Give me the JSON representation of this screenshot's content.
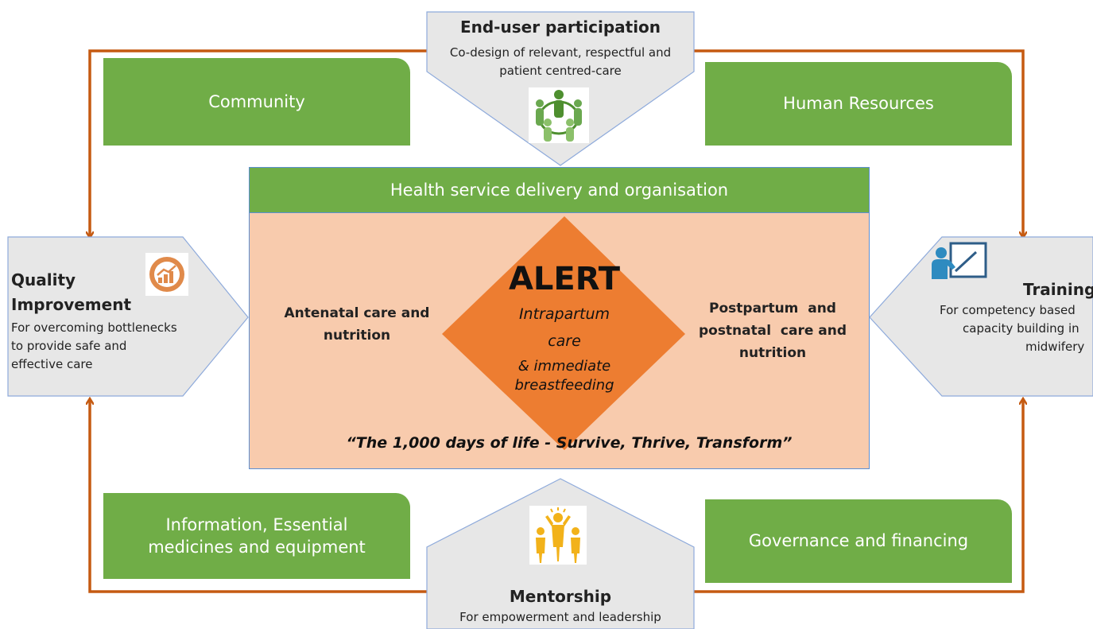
{
  "end_user": {
    "title": "End-user participation",
    "line1": "Co-design of relevant, respectful and",
    "line2": "patient centred-care"
  },
  "community": {
    "label": "Community"
  },
  "human_resources": {
    "label": "Human Resources"
  },
  "health_service": {
    "label": "Health service delivery and organisation"
  },
  "quality": {
    "title1": "Quality",
    "title2": "Improvement",
    "line1": "For overcoming bottlenecks",
    "line2": "to provide safe and",
    "line3": "effective care"
  },
  "training": {
    "title": "Training",
    "line1": "For competency based",
    "line2": "capacity building in",
    "line3": "midwifery"
  },
  "alert": {
    "title": "ALERT",
    "line1": "Intrapartum",
    "line2": "care",
    "line3": "& immediate",
    "line4": "breastfeeding"
  },
  "antenatal": {
    "line1": "Antenatal care and",
    "line2": "nutrition"
  },
  "postpartum": {
    "line1": "Postpartum  and",
    "line2": "postnatal  care and",
    "line3": "nutrition"
  },
  "slogan": {
    "text": "“The 1,000 days of life - Survive, Thrive, Transform”"
  },
  "information": {
    "line1": "Information, Essential",
    "line2": "medicines and equipment"
  },
  "governance": {
    "label": "Governance and financing"
  },
  "mentorship": {
    "title": "Mentorship",
    "line1": "For empowerment and leadership"
  },
  "icons": {
    "end_user": "people-circle-icon",
    "quality": "growth-chart-icon",
    "training": "teacher-board-icon",
    "mentorship": "team-leader-icon"
  },
  "colors": {
    "green": "#70ad47",
    "peach": "#f8cbad",
    "orange_diamond": "#ed7d31",
    "arrow": "#c55a11",
    "grey_shape": "#e7e7e7",
    "shape_border": "#8eaadb"
  }
}
